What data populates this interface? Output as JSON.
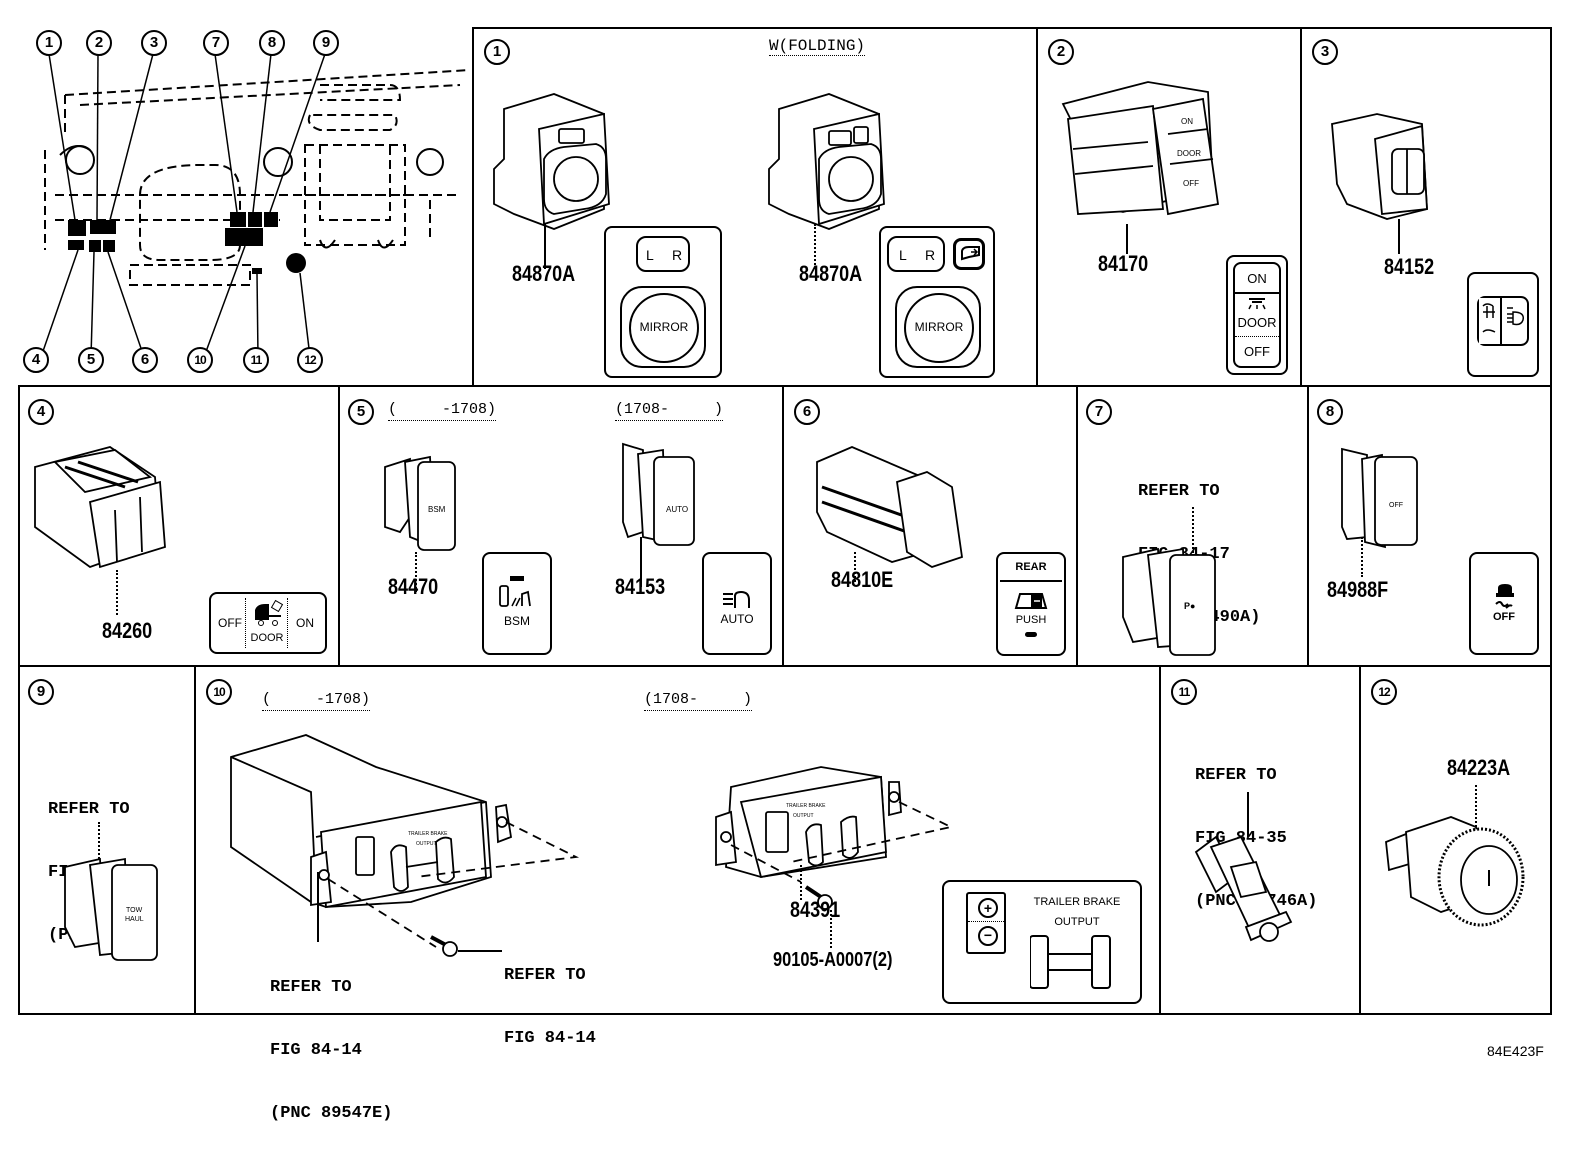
{
  "figure_code": "84E423F",
  "locator": {
    "top_callouts": [
      "1",
      "2",
      "3",
      "7",
      "8",
      "9"
    ],
    "bottom_callouts": [
      "4",
      "5",
      "6",
      "10",
      "11",
      "12"
    ]
  },
  "panels": {
    "p1": {
      "number": "1",
      "variant_label": "W(FOLDING)",
      "parts": [
        {
          "pnc": "84870A"
        },
        {
          "pnc": "84870A"
        }
      ],
      "inset_a": {
        "left": "L",
        "right": "R",
        "knob": "MIRROR"
      },
      "inset_b": {
        "left": "L",
        "right": "R",
        "knob": "MIRROR",
        "extra_icon": "mirror-fold-icon"
      }
    },
    "p2": {
      "number": "2",
      "pnc": "84170",
      "inset": {
        "top": "ON",
        "middle": "DOOR",
        "bottom": "OFF"
      }
    },
    "p3": {
      "number": "3",
      "pnc": "84152",
      "inset_icon": "headlamp-leveling-icon"
    },
    "p4": {
      "number": "4",
      "pnc": "84260",
      "inset": {
        "left": "OFF",
        "middle": "DOOR",
        "right": "ON"
      }
    },
    "p5": {
      "number": "5",
      "variant_old": "(     -1708)",
      "variant_new": "(1708-     )",
      "parts": [
        {
          "pnc": "84470",
          "inset_label": "BSM"
        },
        {
          "pnc": "84153",
          "inset_label": "AUTO"
        }
      ]
    },
    "p6": {
      "number": "6",
      "pnc": "84810E",
      "inset": {
        "top": "REAR",
        "bottom": "PUSH"
      }
    },
    "p7": {
      "number": "7",
      "refer": [
        "REFER TO",
        "FIG 84-17",
        "(PNC 84490A)"
      ]
    },
    "p8": {
      "number": "8",
      "pnc": "84988F",
      "inset_label": "OFF"
    },
    "p9": {
      "number": "9",
      "refer": [
        "REFER TO",
        "FIG 84-10",
        "(PNC 84720)"
      ]
    },
    "p10": {
      "number": "10",
      "variant_old": "(     -1708)",
      "variant_new": "(1708-     )",
      "refer_bracket": [
        "REFER TO",
        "FIG 84-14",
        "(PNC 89547E)"
      ],
      "refer_screw": [
        "REFER TO",
        "FIG 84-14"
      ],
      "pnc_new": "84391",
      "screw_pnc": "90105-A0007(2)",
      "inset": {
        "title_line1": "TRAILER BRAKE",
        "title_line2": "OUTPUT"
      }
    },
    "p11": {
      "number": "11",
      "refer": [
        "REFER TO",
        "FIG 84-35",
        "(PNC 84746A)"
      ]
    },
    "p12": {
      "number": "12",
      "pnc": "84223A"
    }
  }
}
